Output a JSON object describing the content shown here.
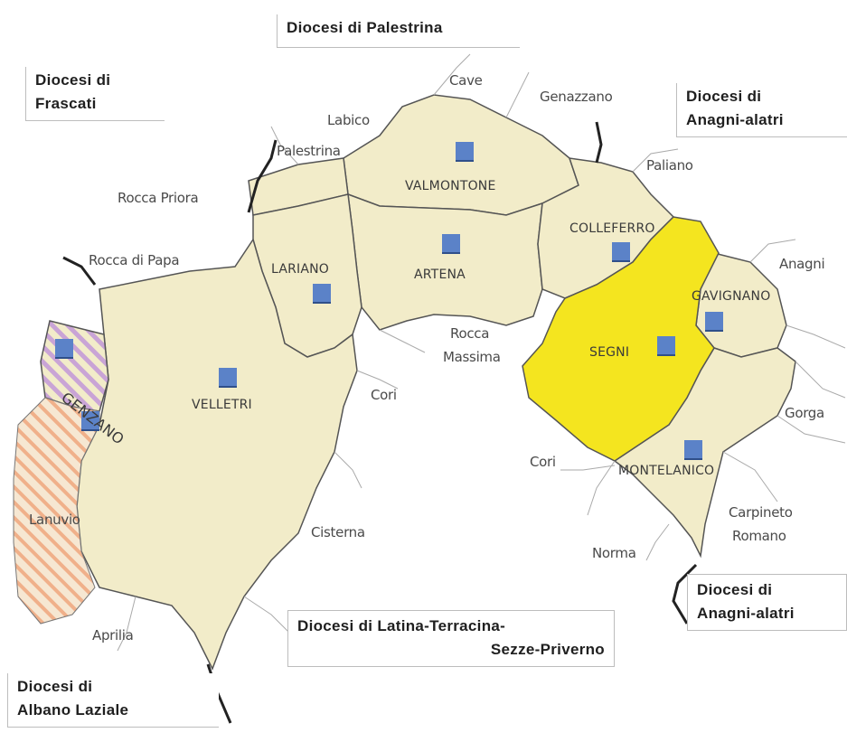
{
  "colors": {
    "territory": "#f2ecc9",
    "border": "#555555",
    "highlight": "#f4e51f",
    "hatch_purple": "#c9a4d6",
    "hatch_orange": "#f0b08a",
    "town_marker": "#5b82c8"
  },
  "dioceses": {
    "palestrina": "Diocesi di Palestrina",
    "frascati_1": "Diocesi di",
    "frascati_2": "Frascati",
    "anagni_top_1": "Diocesi di",
    "anagni_top_2": "Anagni-alatri",
    "anagni_bottom_1": "Diocesi di",
    "anagni_bottom_2": "Anagni-alatri",
    "latina_1": "Diocesi di Latina-Terracina-",
    "latina_2": "Sezze-Priverno",
    "albano_1": "Diocesi di",
    "albano_2": "Albano Laziale"
  },
  "towns": {
    "valmontone": "Valmontone",
    "colleferro": "Colleferro",
    "lariano": "Lariano",
    "artena": "Artena",
    "gavignano": "Gavignano",
    "segni": "Segni",
    "velletri": "Velletri",
    "montelanico": "Montelanico",
    "genzano": "Genzano"
  },
  "places": {
    "cave": "Cave",
    "genazzano": "Genazzano",
    "labico": "Labico",
    "palestrina": "Palestrina",
    "paliano": "Paliano",
    "rocca_priora": "Rocca Priora",
    "rocca_di_papa": "Rocca di Papa",
    "anagni": "Anagni",
    "rocca_massima_1": "Rocca",
    "rocca_massima_2": "Massima",
    "cori_1": "Cori",
    "cori_2": "Cori",
    "gorga": "Gorga",
    "lanuvio": "Lanuvio",
    "cisterna": "Cisterna",
    "carpineto_1": "Carpineto",
    "carpineto_2": "Romano",
    "norma": "Norma",
    "aprilia": "Aprilia"
  }
}
